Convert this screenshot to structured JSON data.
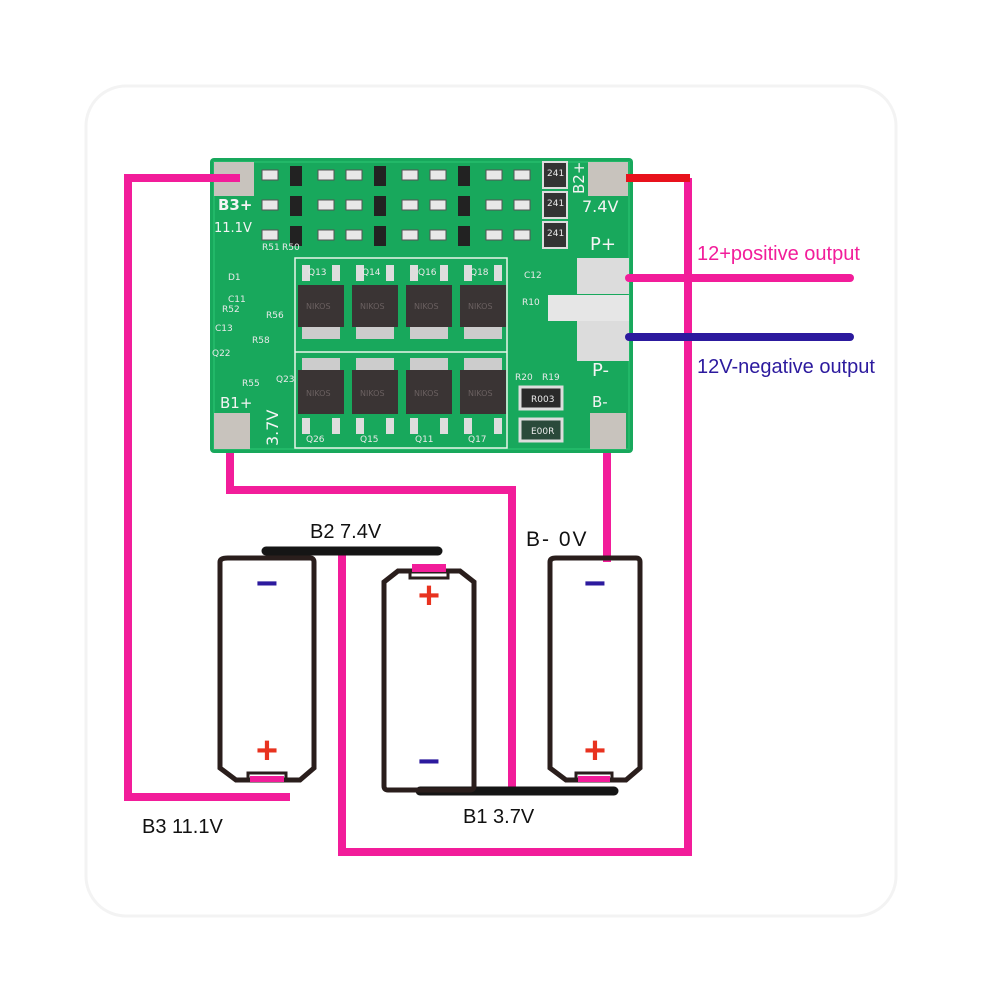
{
  "pcb": {
    "pads": {
      "b3_plus": "B3+",
      "b3_voltage": "11.1V",
      "b2_plus": "B2+",
      "b2_voltage": "7.4V",
      "p_plus": "P+",
      "p_minus": "P-",
      "b1_plus": "B1+",
      "b1_voltage": "3.7V",
      "b_minus": "B-"
    },
    "silkscreen": [
      "R51",
      "R50",
      "C11",
      "R52",
      "R56",
      "C13",
      "R58",
      "Q22",
      "R55",
      "Q23",
      "C12",
      "R10",
      "R20",
      "R19",
      "D1",
      "Q13",
      "Q14",
      "Q16",
      "Q18",
      "Q26",
      "Q15",
      "Q11",
      "Q17"
    ],
    "resistor_codes": [
      "241",
      "241",
      "241",
      "241",
      "241",
      "241",
      "R003",
      "E00R"
    ],
    "mosfet_marking": "NIKOS"
  },
  "outputs": {
    "positive": "12+positive output",
    "negative": "12V-negative output"
  },
  "labels": {
    "b2": "B2 7.4V",
    "b_minus": "B- 0V",
    "b3": "B3 11.1V",
    "b1": "B1 3.7V"
  },
  "batteries": [
    {
      "top": "−",
      "bottom": "+"
    },
    {
      "top": "+",
      "bottom": "−"
    },
    {
      "top": "−",
      "bottom": "+"
    }
  ],
  "colors": {
    "wire_positive": "#f21d9a",
    "wire_negative": "#2c1a9e",
    "wire_red": "#e8121c",
    "bus_bar": "#151515",
    "pcb_green": "#18a85c",
    "plus_sign": "#e8321f",
    "minus_sign": "#2c1a9e"
  }
}
